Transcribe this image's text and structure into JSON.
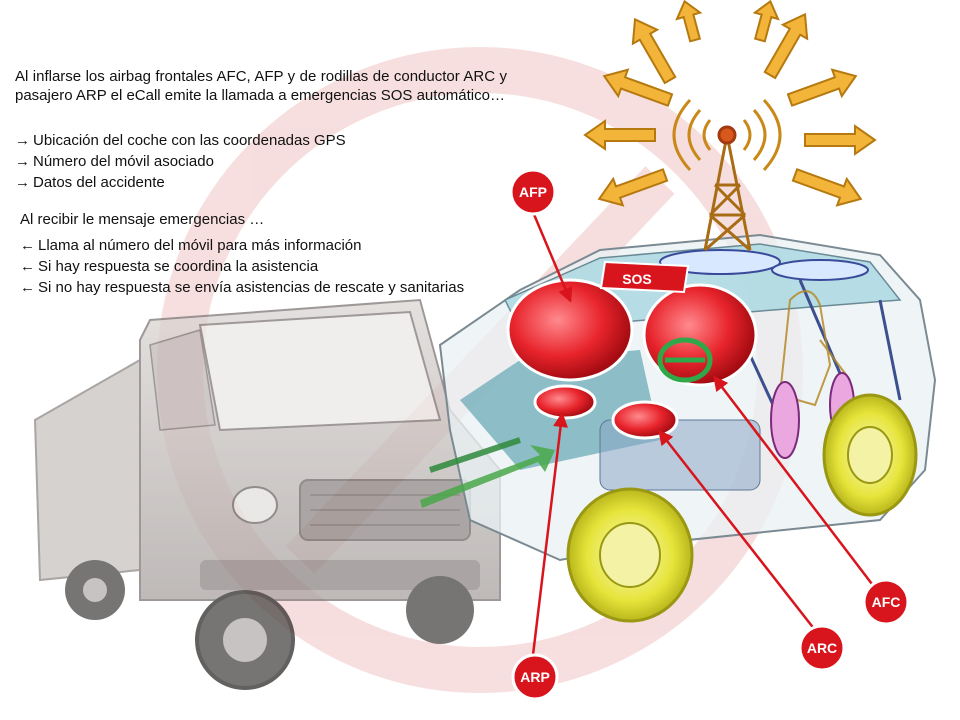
{
  "intro": "Al inflarse los airbag frontales AFC, AFP y de rodillas de conductor ARC y pasajero ARP el eCall emite la llamada a emergencias SOS automático…",
  "emits": [
    {
      "arrow": "→",
      "text": "Ubicación del coche con las coordenadas GPS"
    },
    {
      "arrow": "→",
      "text": "Número del móvil asociado"
    },
    {
      "arrow": "→",
      "text": "Datos del accidente"
    }
  ],
  "receive_heading": "Al recibir le mensaje emergencias …",
  "responses": [
    {
      "arrow": "←",
      "text": "Llama al número del móvil para más información"
    },
    {
      "arrow": "←",
      "text": "Si hay respuesta se coordina la asistencia"
    },
    {
      "arrow": "←",
      "text": "Si no hay respuesta se envía asistencias de rescate y sanitarias"
    }
  ],
  "badges": {
    "afp": "AFP",
    "arp": "ARP",
    "arc": "ARC",
    "afc": "AFC",
    "sos": "SOS"
  },
  "colors": {
    "badge_red": "#d8141c",
    "airbag_red": "#e8242c",
    "signal_orange": "#f3a521",
    "wheel_yellow": "#e6e43a",
    "watermark_red": "#f2c9c9"
  },
  "icons": [
    "cell-tower-icon",
    "signal-arrow-icon",
    "sos-sign-icon"
  ]
}
